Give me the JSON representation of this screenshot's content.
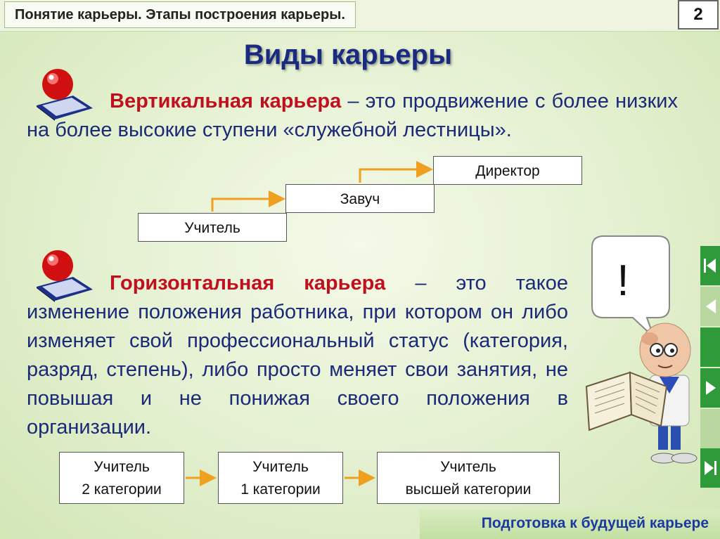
{
  "header": {
    "title": "Понятие карьеры.  Этапы построения карьеры.",
    "page_number": "2"
  },
  "slide": {
    "title": "Виды карьеры"
  },
  "vertical": {
    "term": "Вертикальная карьера",
    "text": " – это продвижение с более низких на более высокие ступени «служебной лестницы».",
    "steps": [
      "Учитель",
      "Завуч",
      "Директор"
    ]
  },
  "horizontal": {
    "term": "Горизонтальная карьера",
    "text": " – это такое изменение положения работника, при котором он либо изменяет свой профессиональный статус (категория, разряд, степень), либо просто меняет свои занятия, не повышая и не понижая своего положения в организации.",
    "boxes": [
      {
        "line1": "Учитель",
        "line2": "2 категории"
      },
      {
        "line1": "Учитель",
        "line2": "1 категории"
      },
      {
        "line1": "Учитель",
        "line2": "высшей категории"
      }
    ]
  },
  "bubble": {
    "mark": "!"
  },
  "footer": {
    "text": "Подготовка к будущей карьере"
  },
  "colors": {
    "title": "#1a2a80",
    "term": "#c0101e",
    "text": "#1b2a78",
    "arrow": "#f0a020",
    "nav_green": "#2f9a3a"
  },
  "icons": [
    "red-ball-icon",
    "nav-first-icon",
    "nav-prev-icon",
    "nav-next-icon",
    "nav-last-icon"
  ]
}
